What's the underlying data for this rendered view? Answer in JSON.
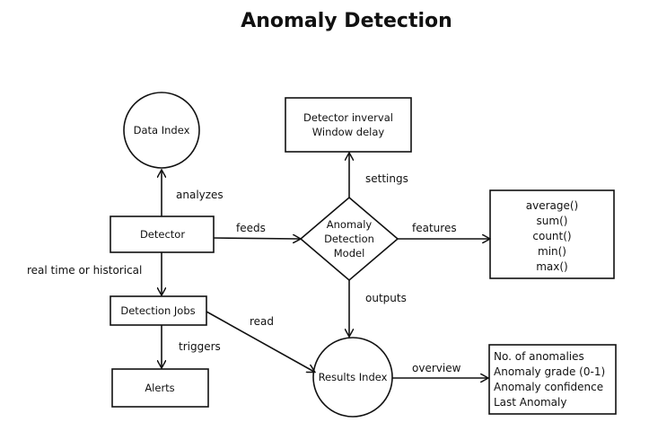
{
  "title": "Anomaly Detection",
  "nodes": {
    "data_index": "Data Index",
    "detector": "Detector",
    "detection_jobs": "Detection Jobs",
    "alerts": "Alerts",
    "detector_config": [
      "Detector inverval",
      "Window delay"
    ],
    "model": [
      "Anomaly",
      "Detection",
      "Model"
    ],
    "features_list": [
      "average()",
      "sum()",
      "count()",
      "min()",
      "max()"
    ],
    "results_index": "Results Index",
    "overview_list": [
      "No. of  anomalies",
      "Anomaly grade (0-1)",
      "Anomaly confidence",
      "Last Anomaly"
    ]
  },
  "edges": {
    "analyzes": "analyzes",
    "feeds": "feeds",
    "real_time": "real time or historical",
    "triggers": "triggers",
    "read": "read",
    "settings": "settings",
    "features": "features",
    "outputs": "outputs",
    "overview": "overview"
  }
}
